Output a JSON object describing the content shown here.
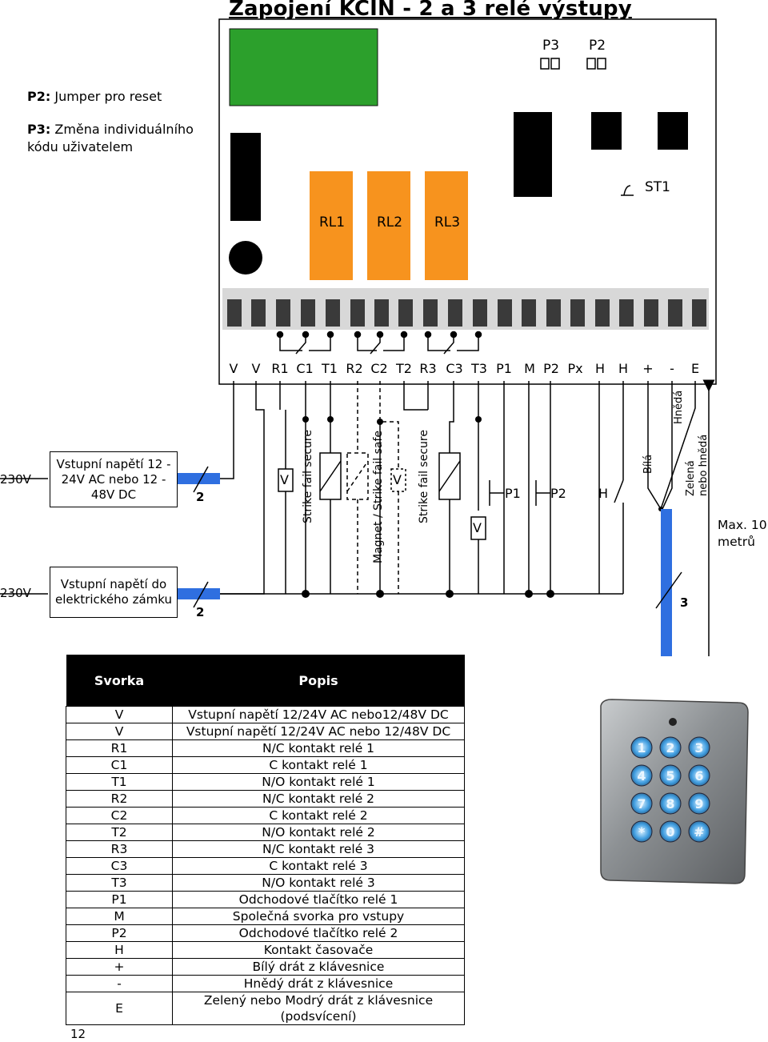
{
  "title": "Zapojení KCIN - 2 a 3 relé výstupy",
  "notes": [
    {
      "key": "P2:",
      "text": " Jumper pro reset"
    },
    {
      "key": "P3:",
      "text": " Změna individuálního kódu uživatelem"
    }
  ],
  "board": {
    "jumper_p3": "P3",
    "jumper_p2": "P2",
    "st1": "ST1",
    "relays": [
      "RL1",
      "RL2",
      "RL3"
    ],
    "terminals": [
      "V",
      "V",
      "R1",
      "C1",
      "T1",
      "R2",
      "C2",
      "T2",
      "R3",
      "C3",
      "T3",
      "P1",
      "M",
      "P2",
      "Px",
      "H",
      "H",
      "+",
      "-",
      "E"
    ]
  },
  "supply": {
    "left_voltage": "230V",
    "label": "Vstupní napětí 12 - 24V AC nebo 12 - 48V DC",
    "wires": "2"
  },
  "lock_supply": {
    "left_voltage": "230V",
    "label": "Vstupní napětí do elektrického zámku",
    "wires": "2"
  },
  "loads": {
    "v1": "V",
    "strike_secure_1": "Strike fail secure",
    "magnet": "Magnet / Strike fail safe",
    "v2": "V",
    "strike_secure_2": "Strike fail secure",
    "v3": "V",
    "p1": "P1",
    "p2": "P2",
    "h": "H"
  },
  "keypad_wires": {
    "white": "Bílá",
    "brown": "Hnědá",
    "green": "Zelená nebo hnědá",
    "count": "3",
    "max_len": "Max. 10 metrů"
  },
  "table": {
    "headers": [
      "Svorka",
      "Popis"
    ],
    "rows": [
      [
        "V",
        "Vstupní napětí 12/24V AC nebo12/48V DC"
      ],
      [
        "V",
        "Vstupní napětí 12/24V AC nebo 12/48V DC"
      ],
      [
        "R1",
        "N/C kontakt relé 1"
      ],
      [
        "C1",
        "C kontakt relé 1"
      ],
      [
        "T1",
        "N/O kontakt relé 1"
      ],
      [
        "R2",
        "N/C kontakt relé 2"
      ],
      [
        "C2",
        "C kontakt relé 2"
      ],
      [
        "T2",
        "N/O kontakt relé 2"
      ],
      [
        "R3",
        "N/C kontakt relé 3"
      ],
      [
        "C3",
        "C kontakt relé 3"
      ],
      [
        "T3",
        "N/O kontakt relé 3"
      ],
      [
        "P1",
        "Odchodové tlačítko relé 1"
      ],
      [
        "M",
        "Společná svorka pro vstupy"
      ],
      [
        "P2",
        "Odchodové tlačítko relé 2"
      ],
      [
        "H",
        "Kontakt časovače"
      ],
      [
        "+",
        "Bílý drát z klávesnice"
      ],
      [
        "-",
        "Hnědý drát z klávesnice"
      ],
      [
        "E",
        "Zelený nebo Modrý drát z klávesnice (podsvícení)"
      ]
    ]
  },
  "keypad": {
    "keys": [
      "1",
      "2",
      "3",
      "4",
      "5",
      "6",
      "7",
      "8",
      "9",
      "*",
      "0",
      "#"
    ]
  },
  "page_number": "12",
  "colors": {
    "relay": "#f7931e",
    "display": "#2ca02c",
    "wire_blue": "#2f6fe0",
    "terminal": "#3a3a3a",
    "board_strip": "#d8d8d8"
  }
}
